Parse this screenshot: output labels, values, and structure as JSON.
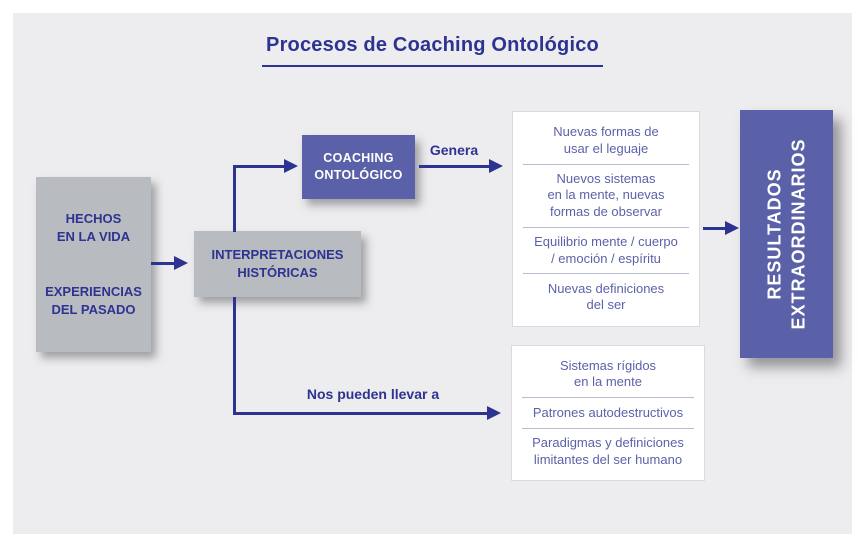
{
  "colors": {
    "ink": "#2d3391",
    "accent": "#5b61a8",
    "panel_bg": "#edecee",
    "gray_box": "#b8bbc0",
    "list_text": "#5c62a9"
  },
  "title": "Procesos de Coaching Ontológico",
  "boxes": {
    "hechos": {
      "top": "HECHOS\nEN LA VIDA",
      "bottom": "EXPERIENCIAS\nDEL PASADO"
    },
    "interpretaciones": {
      "label": "INTERPRETACIONES\nHISTÓRICAS"
    },
    "coaching": {
      "label": "COACHING\nONTOLÓGICO"
    },
    "resultados": {
      "label": "RESULTADOS\nEXTRAORDINARIOS"
    }
  },
  "arrow_labels": {
    "genera": "Genera",
    "nos_pueden": "Nos pueden llevar a"
  },
  "lists": {
    "genera_results": [
      "Nuevas formas de\nusar el leguaje",
      "Nuevos sistemas\nen la mente, nuevas\nformas de observar",
      "Equilibrio mente / cuerpo\n/ emoción / espíritu",
      "Nuevas definiciones\ndel ser"
    ],
    "negative_results": [
      "Sistemas rígidos\nen la mente",
      "Patrones autodestructivos",
      "Paradigmas y definiciones\nlimitantes del ser humano"
    ]
  }
}
